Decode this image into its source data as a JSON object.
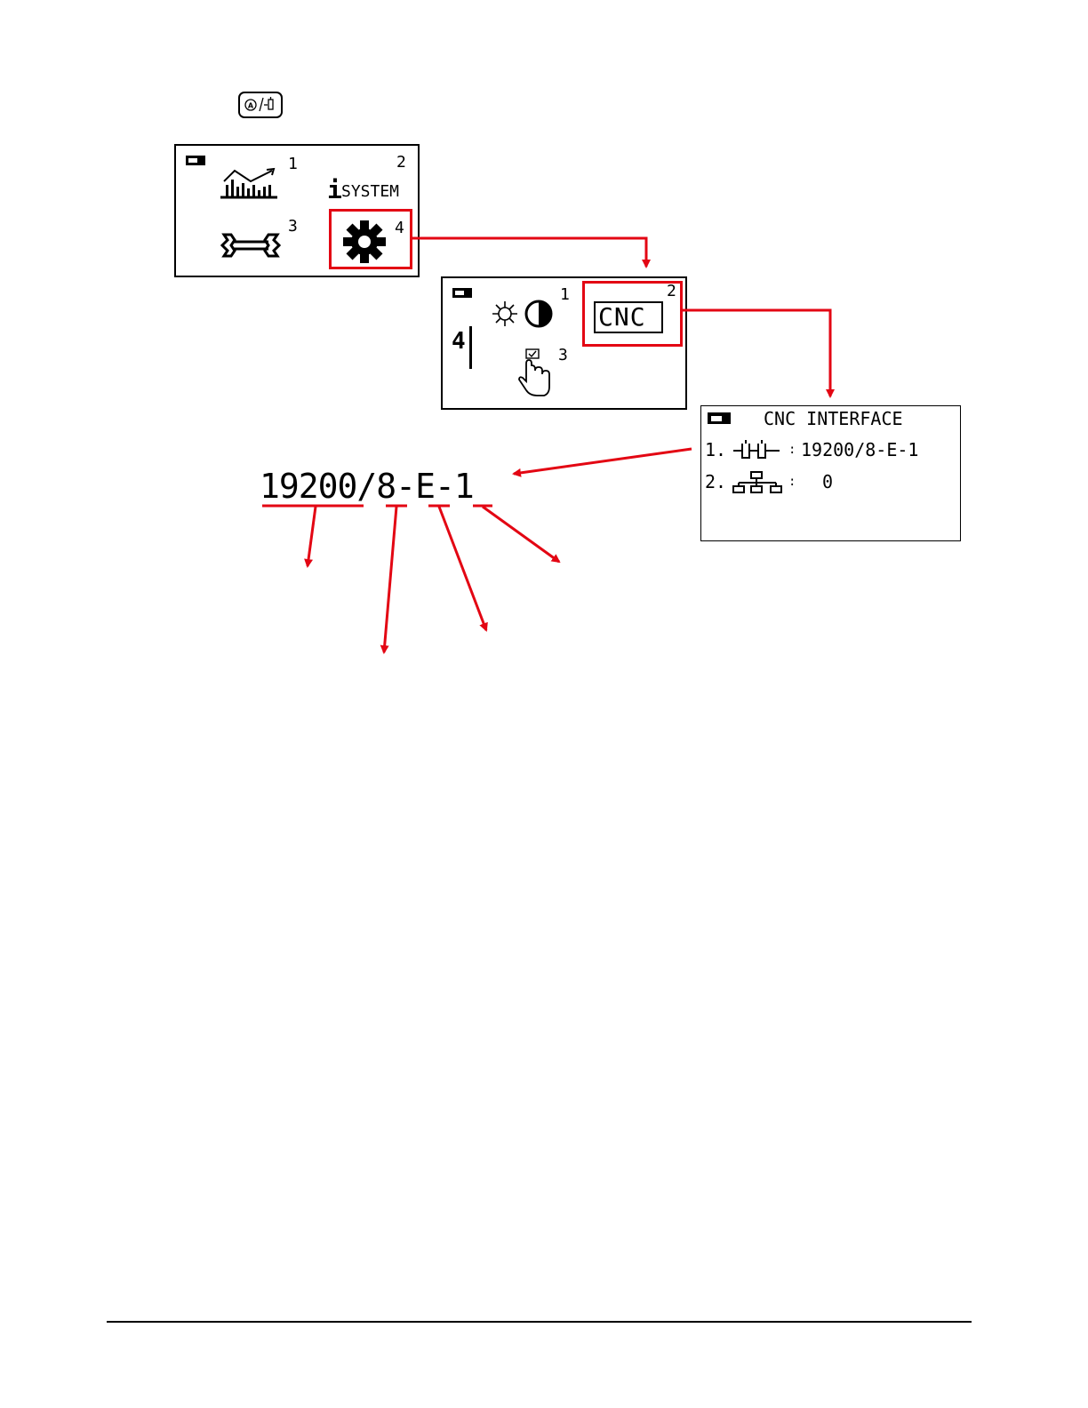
{
  "key_button": {
    "label": "A/−\u0001"
  },
  "main_menu": {
    "items": [
      {
        "number": "1",
        "icon": "statistics-chart-icon"
      },
      {
        "number": "2",
        "icon": "info-system-icon",
        "label": "SYSTEM",
        "prefix": "i"
      },
      {
        "number": "3",
        "icon": "wrench-icon"
      },
      {
        "number": "4",
        "icon": "gear-icon"
      }
    ]
  },
  "settings_menu": {
    "side_number": "4",
    "items": [
      {
        "number": "1",
        "icon": "brightness-contrast-icon"
      },
      {
        "number": "2",
        "icon": "cnc-icon",
        "label": "CNC"
      },
      {
        "number": "3",
        "icon": "touch-hand-icon"
      }
    ]
  },
  "cnc_screen": {
    "title": "CNC INTERFACE",
    "rows": [
      {
        "index": "1.",
        "icon": "serial-port-icon",
        "separator": ":",
        "value": "19200/8-E-1"
      },
      {
        "index": "2.",
        "icon": "network-icon",
        "separator": ":",
        "value": "0"
      }
    ]
  },
  "callout": {
    "baud": "19200",
    "slash": "/",
    "data_bits": "8",
    "dash1": "-",
    "parity": "E",
    "dash2": "-",
    "stop_bits": "1"
  },
  "colors": {
    "accent": "#e30613",
    "ink": "#000000"
  }
}
